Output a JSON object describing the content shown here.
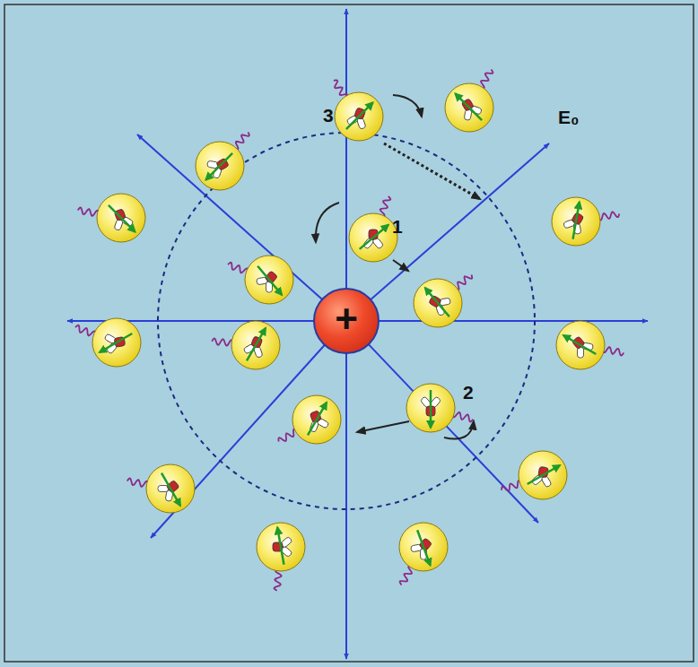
{
  "diagram": {
    "nodes": [
      {
        "text": [
          "+"
        ]
      }
    ],
    "labels": [
      "3",
      "1",
      "E₀",
      "2"
    ]
  }
}
